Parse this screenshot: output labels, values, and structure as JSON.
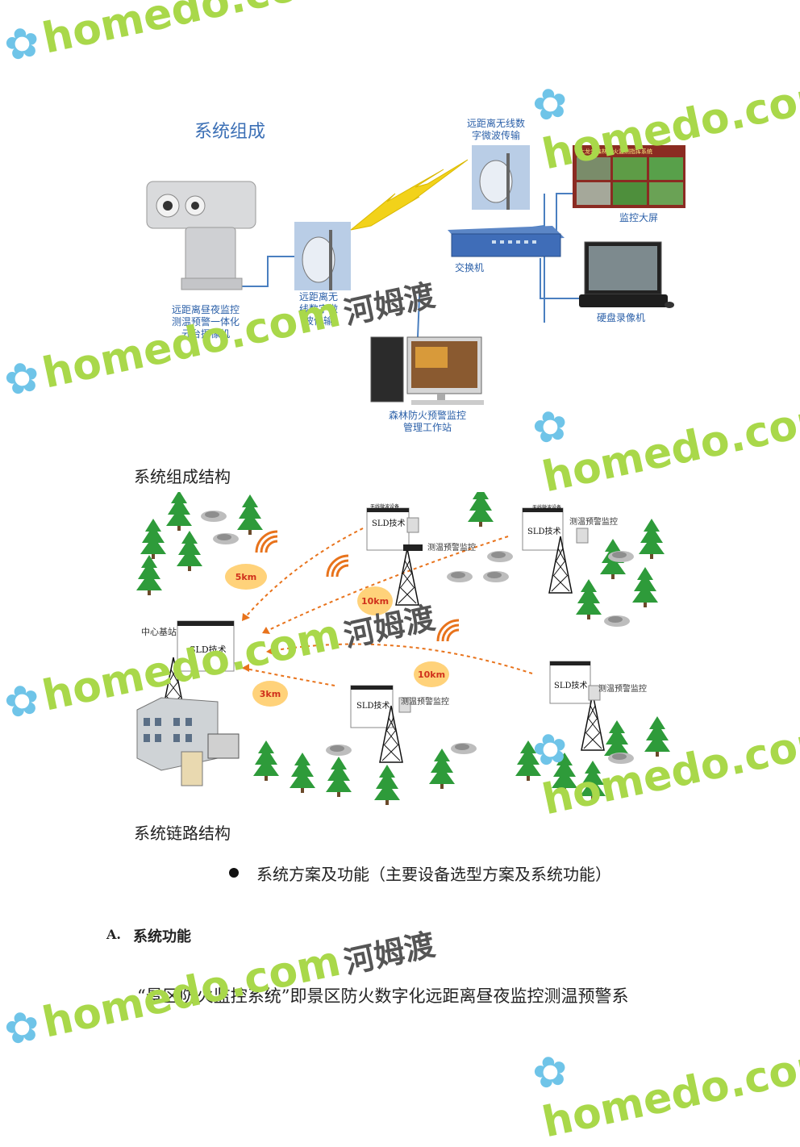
{
  "figure1": {
    "title": "系统组成",
    "labels": {
      "camera": [
        "远距离昼夜监控",
        "测温预警一体化",
        "云台摄像机"
      ],
      "relay": [
        "远距离无",
        "线数字微",
        "波传输"
      ],
      "remote": [
        "远距离无线数",
        "字微波传输"
      ],
      "switch": "交换机",
      "screen": "监控大屏",
      "screen_header": "大龙寺森林防火监测指挥系统",
      "recorder": "硬盘录像机",
      "workstation": [
        "森林防火预警监控",
        "管理工作站"
      ]
    }
  },
  "caption1": "系统组成结构",
  "figure2": {
    "center_station": "中心基站",
    "sld": "SLD技术",
    "monitor": "测温预警监控",
    "wireless_dev": "无线微波设备",
    "distances": [
      "5km",
      "10km",
      "3km",
      "10km"
    ]
  },
  "caption2": "系统链路结构",
  "bullet_text": "系统方案及功能（主要设备选型方案及系统功能）",
  "section": {
    "num": "A.",
    "title": "系统功能"
  },
  "paragraph": "“景区防火监控系统”即景区防火数字化远距离昼夜监控测温预警系",
  "watermark": {
    "latin": "homedo.com",
    "cn": "河姆渡"
  },
  "colors": {
    "label_blue": "#2a5fa8",
    "watermark_green": "#a9d84a",
    "tree_green": "#2e9b3a",
    "bolt_yellow": "#f2d21a"
  }
}
